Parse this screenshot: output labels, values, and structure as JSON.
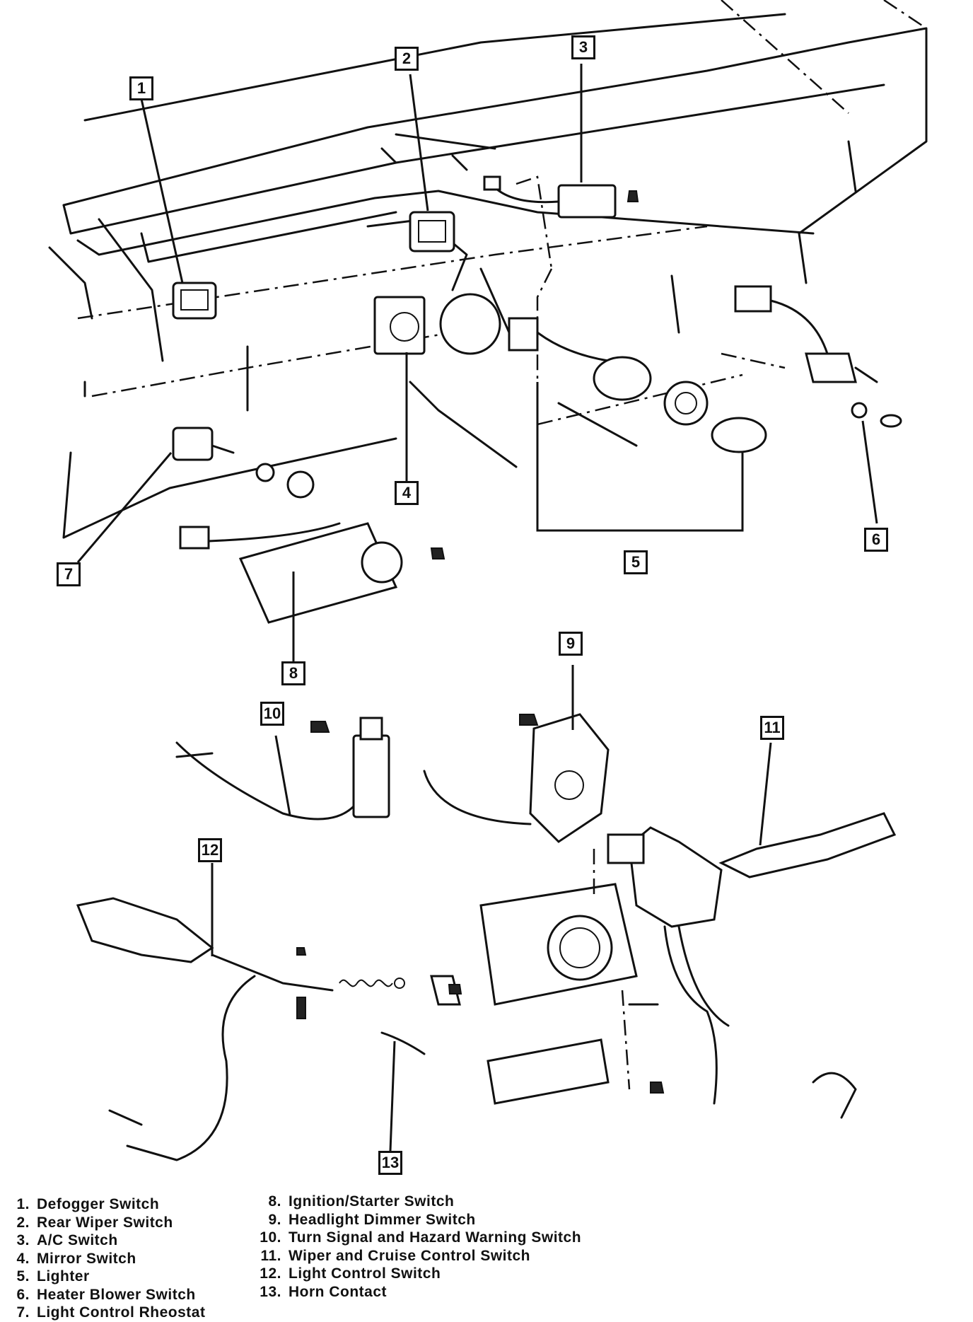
{
  "callouts": [
    "1",
    "2",
    "3",
    "4",
    "5",
    "6",
    "7",
    "8",
    "9",
    "10",
    "11",
    "12",
    "13"
  ],
  "legend_left": [
    {
      "num": "1.",
      "label": "Defogger Switch"
    },
    {
      "num": "2.",
      "label": "Rear Wiper Switch"
    },
    {
      "num": "3.",
      "label": "A/C Switch"
    },
    {
      "num": "4.",
      "label": "Mirror Switch"
    },
    {
      "num": "5.",
      "label": "Lighter"
    },
    {
      "num": "6.",
      "label": "Heater Blower Switch"
    },
    {
      "num": "7.",
      "label": "Light Control Rheostat"
    }
  ],
  "legend_right": [
    {
      "num": "8.",
      "label": "Ignition/Starter Switch"
    },
    {
      "num": "9.",
      "label": "Headlight Dimmer Switch"
    },
    {
      "num": "10.",
      "label": "Turn Signal and Hazard Warning Switch"
    },
    {
      "num": "11.",
      "label": "Wiper and Cruise Control Switch"
    },
    {
      "num": "12.",
      "label": "Light Control Switch"
    },
    {
      "num": "13.",
      "label": "Horn Contact"
    }
  ]
}
